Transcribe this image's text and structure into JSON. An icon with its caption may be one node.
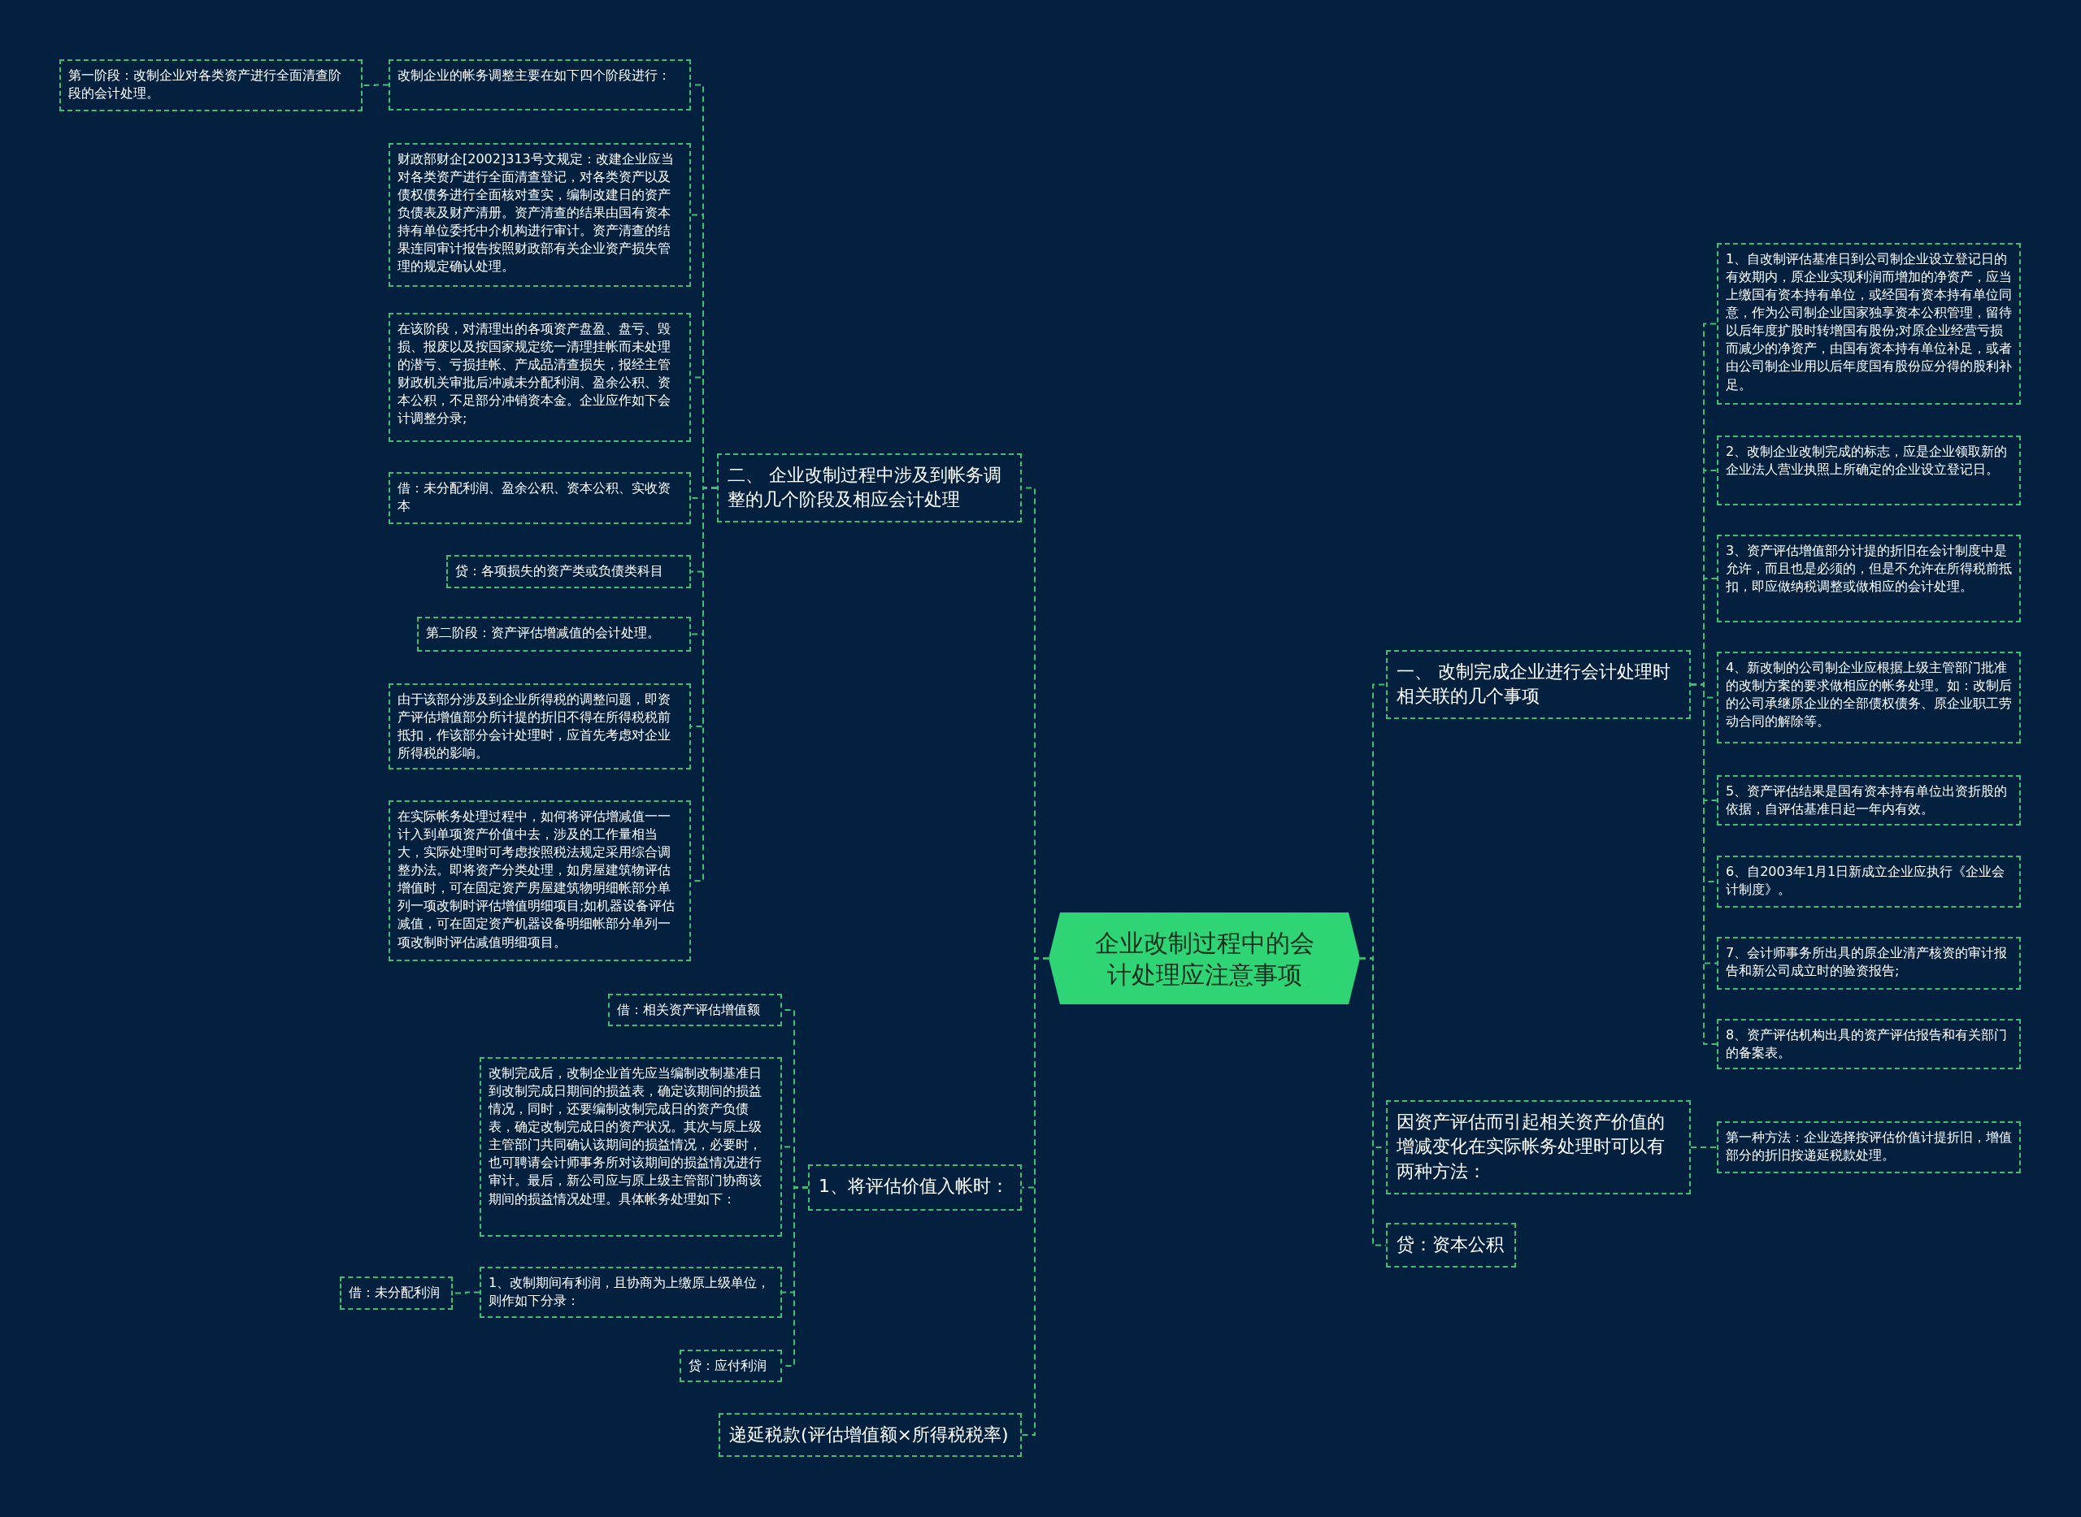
{
  "diagram": {
    "nodes": [
      {
        "text": [
          "企业改制过程中的会计处理应注意事项"
        ]
      },
      {
        "text": [
          "二、 企业改制过程中涉及到帐务调整的几个阶段及相应会计处理"
        ]
      },
      {
        "text": [
          "1、将评估价值入帐时："
        ]
      },
      {
        "text": [
          "递延税款(评估增值额×所得税税率)"
        ]
      },
      {
        "text": [
          "一、 改制完成企业进行会计处理时相关联的几个事项"
        ]
      },
      {
        "text": [
          "因资产评估而引起相关资产价值的增减变化在实际帐务处理时可以有两种方法："
        ]
      },
      {
        "text": [
          "贷：资本公积"
        ]
      },
      {
        "text": [
          "改制企业的帐务调整主要在如下四个阶段进行："
        ]
      },
      {
        "text": [
          "财政部财企[2002]313号文规定：改建企业应当对各类资产进行全面清查登记，对各类资产以及债权债务进行全面核对查实，编制改建日的资产负债表及财产清册。资产清查的结果由国有资本持有单位委托中介机构进行审计。资产清查的结果连同审计报告按照财政部有关企业资产损失管理的规定确认处理。"
        ]
      },
      {
        "text": [
          "在该阶段，对清理出的各项资产盘盈、盘亏、毁损、报废以及按国家规定统一清理挂帐而未处理的潜亏、亏损挂帐、产成品清查损失，报经主管财政机关审批后冲减未分配利润、盈余公积、资本公积，不足部分冲销资本金。企业应作如下会计调整分录;"
        ]
      },
      {
        "text": [
          "借：未分配利润、盈余公积、资本公积、实收资本"
        ]
      },
      {
        "text": [
          "贷：各项损失的资产类或负债类科目"
        ]
      },
      {
        "text": [
          "第二阶段：资产评估增减值的会计处理。"
        ]
      },
      {
        "text": [
          "由于该部分涉及到企业所得税的调整问题，即资产评估增值部分所计提的折旧不得在所得税税前抵扣，作该部分会计处理时，应首先考虑对企业所得税的影响。"
        ]
      },
      {
        "text": [
          "在实际帐务处理过程中，如何将评估增减值一一计入到单项资产价值中去，涉及的工作量相当大，实际处理时可考虑按照税法规定采用综合调整办法。即将资产分类处理，如房屋建筑物评估增值时，可在固定资产房屋建筑物明细帐部分单列一项改制时评估增值明细项目;如机器设备评估减值，可在固定资产机器设备明细帐部分单列一项改制时评估减值明细项目。"
        ]
      },
      {
        "text": [
          "第一阶段：改制企业对各类资产进行全面清查阶段的会计处理。"
        ]
      },
      {
        "text": [
          "借：相关资产评估增值额"
        ]
      },
      {
        "text": [
          "改制完成后，改制企业首先应当编制改制基准日到改制完成日期间的损益表，确定该期间的损益情况，同时，还要编制改制完成日的资产负债表，确定改制完成日的资产状况。其次与原上级主管部门共同确认该期间的损益情况，必要时，也可聘请会计师事务所对该期间的损益情况进行审计。最后，新公司应与原上级主管部门协商该期间的损益情况处理。具体帐务处理如下："
        ]
      },
      {
        "text": [
          "1、改制期间有利润，且协商为上缴原上级单位，则作如下分录："
        ]
      },
      {
        "text": [
          "贷：应付利润"
        ]
      },
      {
        "text": [
          "借：未分配利润"
        ]
      },
      {
        "text": [
          "1、自改制评估基准日到公司制企业设立登记日的有效期内，原企业实现利润而增加的净资产，应当上缴国有资本持有单位，或经国有资本持有单位同意，作为公司制企业国家独享资本公积管理，留待以后年度扩股时转增国有股份;对原企业经营亏损而减少的净资产，由国有资本持有单位补足，或者由公司制企业用以后年度国有股份应分得的股利补足。"
        ]
      },
      {
        "text": [
          "2、改制企业改制完成的标志，应是企业领取新的企业法人营业执照上所确定的企业设立登记日。"
        ]
      },
      {
        "text": [
          "3、资产评估增值部分计提的折旧在会计制度中是允许，而且也是必须的，但是不允许在所得税前抵扣，即应做纳税调整或做相应的会计处理。"
        ]
      },
      {
        "text": [
          "4、新改制的公司制企业应根据上级主管部门批准的改制方案的要求做相应的帐务处理。如：改制后的公司承继原企业的全部债权债务、原企业职工劳动合同的解除等。"
        ]
      },
      {
        "text": [
          "5、资产评估结果是国有资本持有单位出资折股的依据，自评估基准日起一年内有效。"
        ]
      },
      {
        "text": [
          "6、自2003年1月1日新成立企业应执行《企业会计制度》。"
        ]
      },
      {
        "text": [
          "7、会计师事务所出具的原企业清产核资的审计报告和新公司成立时的验资报告;"
        ]
      },
      {
        "text": [
          "8、资产评估机构出具的资产评估报告和有关部门的备案表。"
        ]
      },
      {
        "text": [
          "第一种方法：企业选择按评估价值计提折旧，增值部分的折旧按递延税款处理。"
        ]
      }
    ],
    "edges": [
      {
        "from": 0,
        "to": 1,
        "arrow": "none"
      },
      {
        "from": 0,
        "to": 2,
        "arrow": "none"
      },
      {
        "from": 0,
        "to": 3,
        "arrow": "none"
      },
      {
        "from": 0,
        "to": 4,
        "arrow": "none"
      },
      {
        "from": 0,
        "to": 5,
        "arrow": "none"
      },
      {
        "from": 0,
        "to": 6,
        "arrow": "none"
      },
      {
        "from": 1,
        "to": 7,
        "arrow": "none"
      },
      {
        "from": 1,
        "to": 8,
        "arrow": "none"
      },
      {
        "from": 1,
        "to": 9,
        "arrow": "none"
      },
      {
        "from": 1,
        "to": 10,
        "arrow": "none"
      },
      {
        "from": 1,
        "to": 11,
        "arrow": "none"
      },
      {
        "from": 1,
        "to": 12,
        "arrow": "none"
      },
      {
        "from": 1,
        "to": 13,
        "arrow": "none"
      },
      {
        "from": 1,
        "to": 14,
        "arrow": "none"
      },
      {
        "from": 7,
        "to": 15,
        "arrow": "none"
      },
      {
        "from": 2,
        "to": 16,
        "arrow": "none"
      },
      {
        "from": 2,
        "to": 17,
        "arrow": "none"
      },
      {
        "from": 2,
        "to": 18,
        "arrow": "none"
      },
      {
        "from": 2,
        "to": 19,
        "arrow": "none"
      },
      {
        "from": 18,
        "to": 20,
        "arrow": "none"
      },
      {
        "from": 4,
        "to": 21,
        "arrow": "none"
      },
      {
        "from": 4,
        "to": 22,
        "arrow": "none"
      },
      {
        "from": 4,
        "to": 23,
        "arrow": "none"
      },
      {
        "from": 4,
        "to": 24,
        "arrow": "none"
      },
      {
        "from": 4,
        "to": 25,
        "arrow": "none"
      },
      {
        "from": 4,
        "to": 26,
        "arrow": "none"
      },
      {
        "from": 4,
        "to": 27,
        "arrow": "none"
      },
      {
        "from": 4,
        "to": 28,
        "arrow": "none"
      },
      {
        "from": 5,
        "to": 29,
        "arrow": "none"
      }
    ]
  }
}
